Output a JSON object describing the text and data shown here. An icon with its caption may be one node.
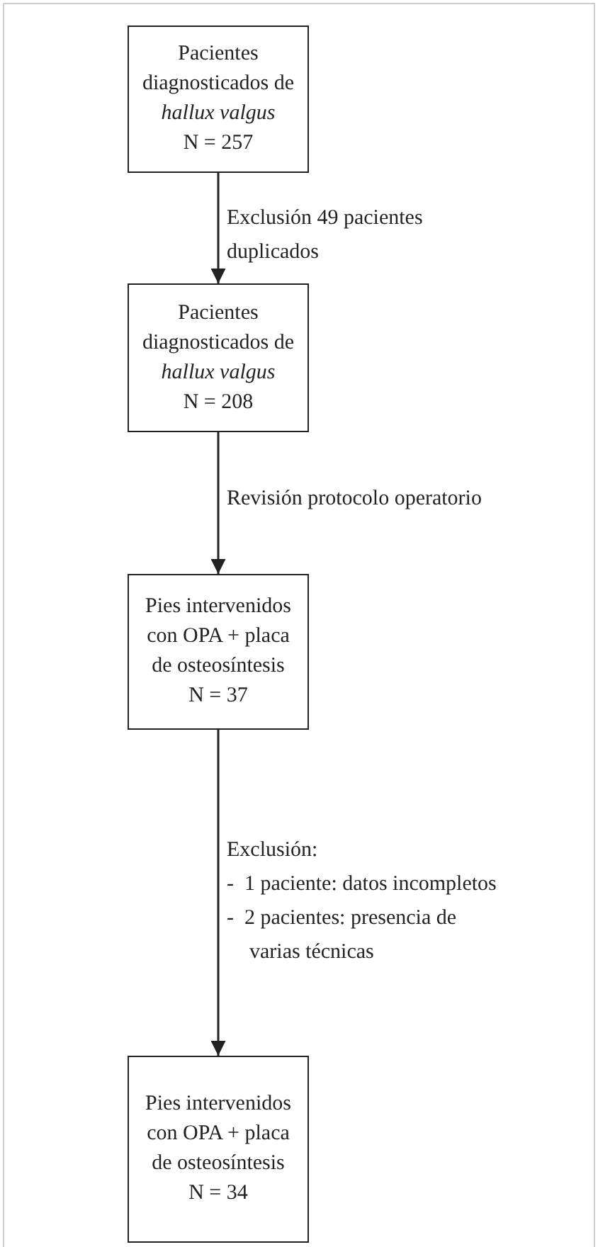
{
  "diagram": {
    "nodes": [
      {
        "text": [
          "Pacientes diagnosticados de *hallux valgus*",
          "N = 257"
        ]
      },
      {
        "text": [
          "Pacientes diagnosticados de *hallux valgus*",
          "N = 208"
        ]
      },
      {
        "text": [
          "Pies intervenidos con OPA + placa de osteosíntesis",
          "N = 37"
        ]
      },
      {
        "text": [
          "Pies intervenidos con OPA + placa de osteosíntesis",
          "N = 34"
        ]
      }
    ],
    "edges": [
      {
        "from": 0,
        "to": 1,
        "arrow": "to",
        "label": "Exclusión 49 pacientes duplicados"
      },
      {
        "from": 1,
        "to": 2,
        "arrow": "to",
        "label": "Revisión protocolo operatorio"
      },
      {
        "from": 2,
        "to": 3,
        "arrow": "to",
        "label": "Exclusión: - 1 paciente: datos incompletos - 2 pacientes: presencia de varias técnicas"
      }
    ]
  }
}
